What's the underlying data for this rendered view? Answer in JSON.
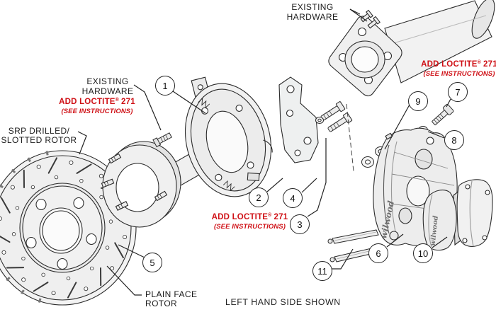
{
  "colors": {
    "background": "#ffffff",
    "line": "#2b2b2b",
    "accent_red": "#cf1016",
    "fill_light": "#f0f0f0"
  },
  "labels": {
    "existing_hardware_top": {
      "line1": "EXISTING",
      "line2": "HARDWARE"
    },
    "existing_hardware_left": {
      "line1": "EXISTING",
      "line2": "HARDWARE"
    },
    "add_loctite": {
      "main": "ADD LOCTITE",
      "reg": "®",
      "number": "271",
      "sub": "(SEE INSTRUCTIONS)"
    },
    "srp_rotor": {
      "line1": "SRP DRILLED/",
      "line2": "SLOTTED ROTOR"
    },
    "plain_rotor": {
      "line1": "PLAIN FACE",
      "line2": "ROTOR"
    }
  },
  "footer": {
    "note": "LEFT HAND SIDE SHOWN"
  },
  "brand": {
    "caliper_logo": "wilwood",
    "pad_logo": "wilwood"
  },
  "callouts": [
    "1",
    "2",
    "3",
    "4",
    "5",
    "6",
    "7",
    "8",
    "9",
    "10",
    "11"
  ]
}
